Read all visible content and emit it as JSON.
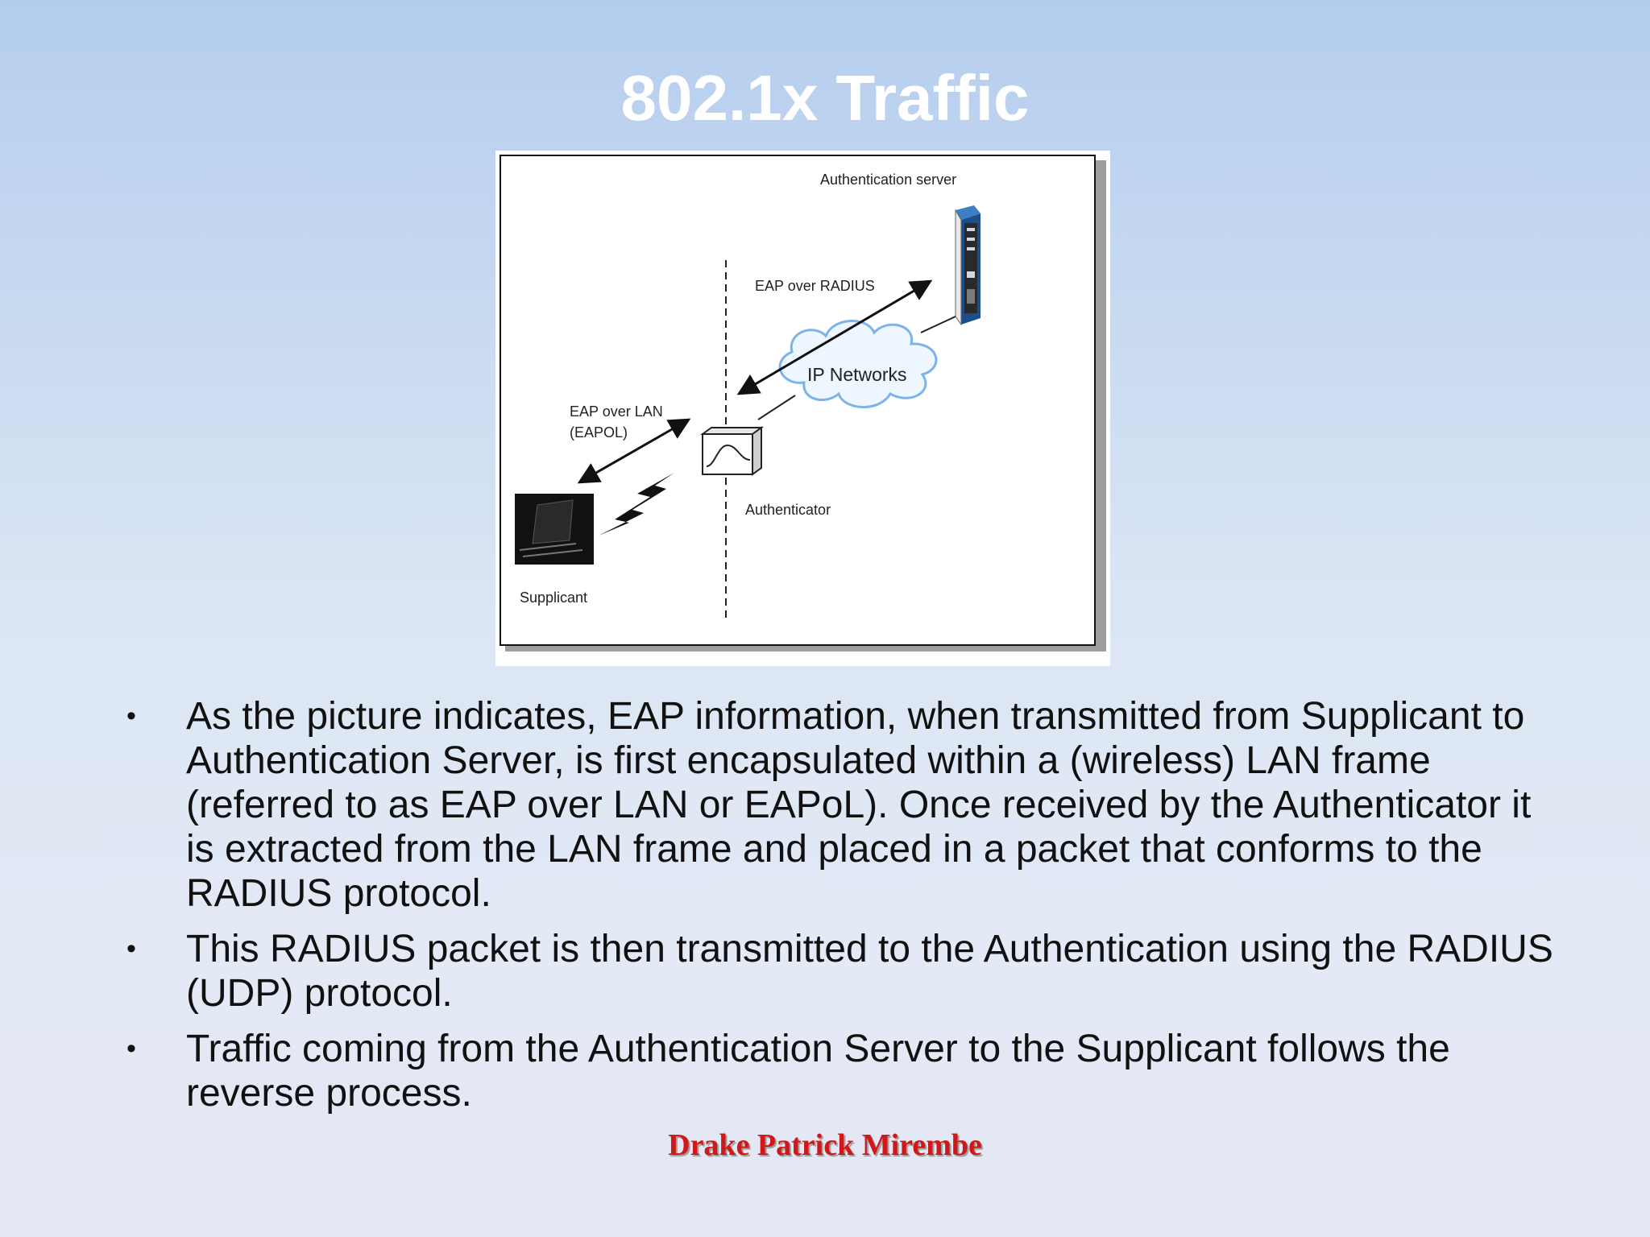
{
  "slide": {
    "title": "802.1x Traffic",
    "author": "Drake Patrick Mirembe"
  },
  "diagram": {
    "labels": {
      "auth_server": "Authentication server",
      "eap_over_radius": "EAP over RADIUS",
      "ip_networks": "IP Networks",
      "eap_over_lan_line1": "EAP over LAN",
      "eap_over_lan_line2": "(EAPOL)",
      "authenticator": "Authenticator",
      "supplicant": "Supplicant"
    },
    "icons": [
      "server-icon",
      "cloud-icon",
      "access-point-icon",
      "laptop-icon",
      "lightning-icon"
    ]
  },
  "bullets": [
    "As the picture indicates, EAP information, when transmitted from Supplicant to Authentication Server, is first encapsulated within a (wireless) LAN frame (referred to as EAP over LAN or EAPoL). Once received by the Authenticator it is extracted from the LAN frame and placed in a packet that conforms to the RADIUS protocol.",
    "This RADIUS packet is then transmitted to the Authentication using the RADIUS (UDP) protocol.",
    "Traffic coming from the Authentication Server to the Supplicant follows the reverse process."
  ]
}
